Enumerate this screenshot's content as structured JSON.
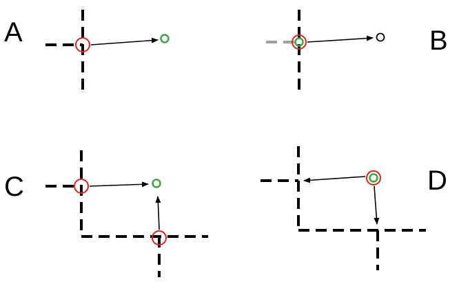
{
  "colors": {
    "line": "#000000",
    "faded_line": "#a0a0a0",
    "red_circle": "#e02020",
    "green_circle": "#3aa63a",
    "black_circle": "#000000",
    "background": "#ffffff"
  },
  "panels": {
    "a": {
      "label": "A"
    },
    "b": {
      "label": "B"
    },
    "c": {
      "label": "C"
    },
    "d": {
      "label": "D"
    }
  }
}
